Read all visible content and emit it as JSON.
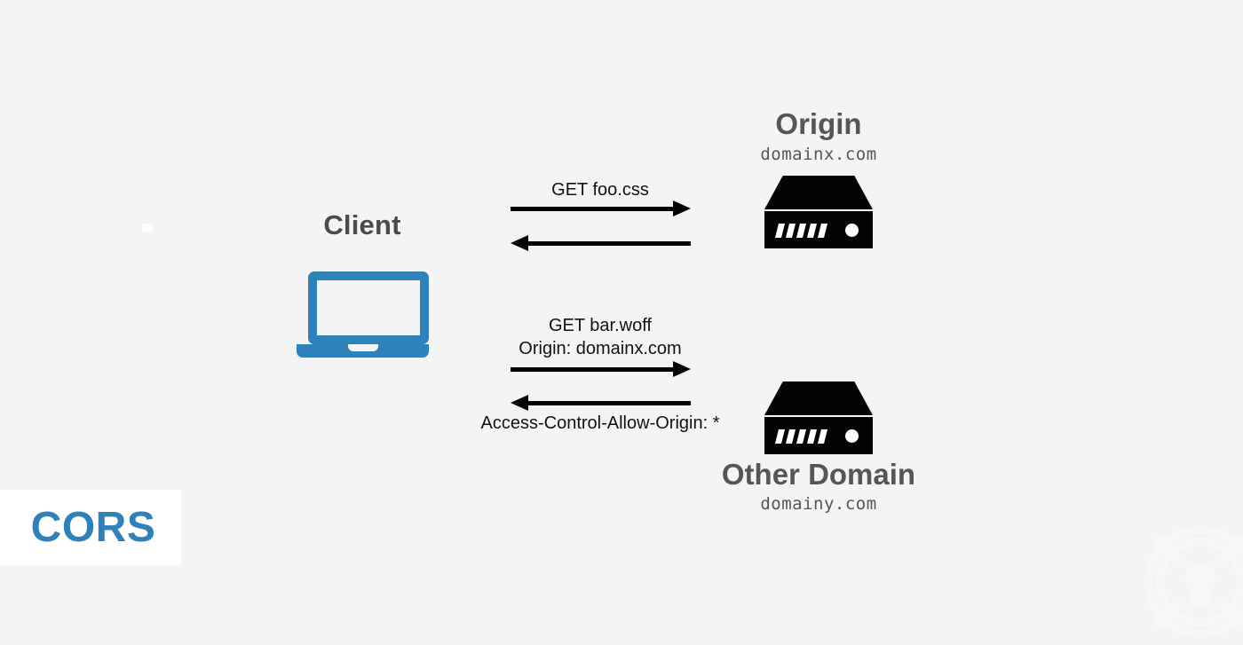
{
  "diagram": {
    "title": "CORS",
    "background_color": "#f4f4f4",
    "accent_color": "#2f81ba",
    "ink_color": "#040404",
    "text_color": "#55555a",
    "client": {
      "label": "Client",
      "icon": "laptop-icon"
    },
    "origin": {
      "title": "Origin",
      "domain": "domainx.com",
      "icon": "server-icon"
    },
    "other": {
      "title": "Other Domain",
      "domain": "domainy.com",
      "icon": "server-icon"
    },
    "flows": [
      {
        "id": "origin-request",
        "label": "GET foo.css",
        "direction": "right"
      },
      {
        "id": "origin-response",
        "label": "",
        "direction": "left"
      },
      {
        "id": "cross-request",
        "label_line1": "GET bar.woff",
        "label_line2": "Origin: domainx.com",
        "direction": "right"
      },
      {
        "id": "cross-response",
        "label": "Access-Control-Allow-Origin: *",
        "direction": "left"
      }
    ],
    "watermark": {
      "name": "keyhole-logo-watermark"
    }
  }
}
